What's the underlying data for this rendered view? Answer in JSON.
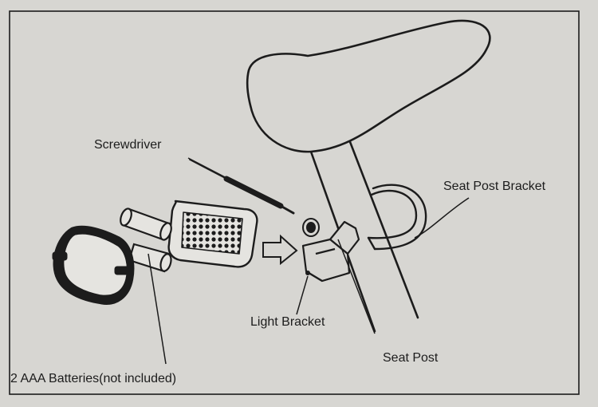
{
  "labels": {
    "screwdriver": "Screwdriver",
    "seat_post_bracket": "Seat Post Bracket",
    "light_bracket": "Light Bracket",
    "seat_post": "Seat Post",
    "batteries": "2 AAA Batteries(not included)"
  },
  "colors": {
    "paper": "#d7d6d2",
    "ink": "#1c1c1c"
  }
}
